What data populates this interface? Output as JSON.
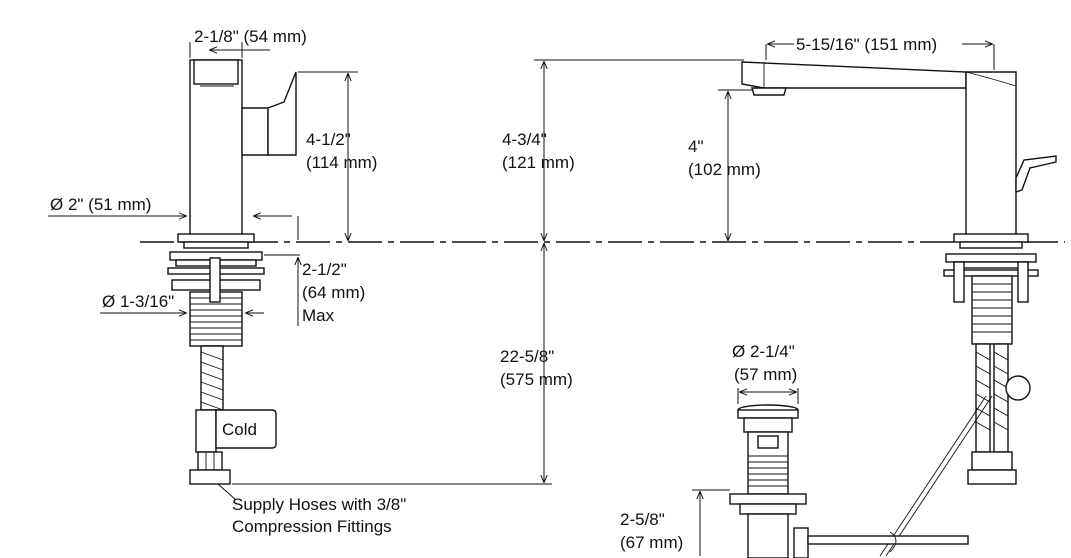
{
  "labels": {
    "width_top": "2-1/8\" (54 mm)",
    "body_height_in": "4-1/2\"",
    "body_height_mm": "(114 mm)",
    "base_dia": "Ø 2\" (51 mm)",
    "shank_len_in": "2-1/2\"",
    "shank_len_mm": "(64 mm)",
    "shank_len_max": "Max",
    "shank_dia": "Ø 1-3/16\"",
    "cold": "Cold",
    "supply_line1": "Supply Hoses with 3/8\"",
    "supply_line2": "Compression Fittings",
    "total_height_in": "4-3/4\"",
    "total_height_mm": "(121 mm)",
    "below_deck_in": "22-5/8\"",
    "below_deck_mm": "(575 mm)",
    "spout_reach": "5-15/16\" (151 mm)",
    "spout_height_in": "4\"",
    "spout_height_mm": "(102 mm)",
    "drain_dia_in": "Ø 2-1/4\"",
    "drain_dia_mm": "(57 mm)",
    "drain_height_in": "2-5/8\"",
    "drain_height_mm": "(67 mm)"
  }
}
